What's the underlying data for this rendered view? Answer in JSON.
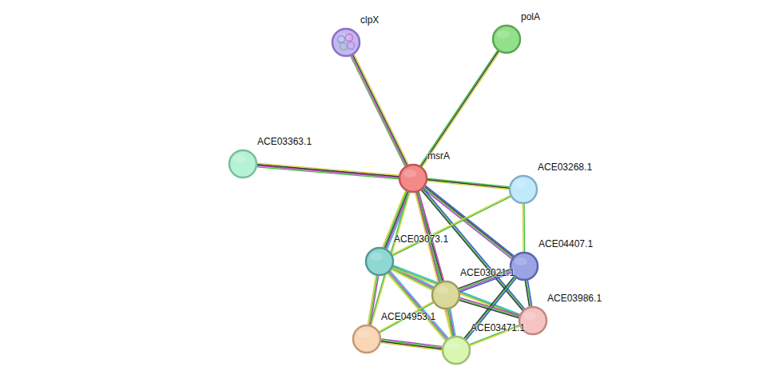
{
  "diagram": {
    "nodes": [
      {
        "text": [
          "clpX"
        ]
      },
      {
        "text": [
          "polA"
        ]
      },
      {
        "text": [
          "ACE03363.1"
        ]
      },
      {
        "text": [
          "msrA"
        ]
      },
      {
        "text": [
          "ACE03268.1"
        ]
      },
      {
        "text": [
          "ACE03073.1"
        ]
      },
      {
        "text": [
          "ACE04407.1"
        ]
      },
      {
        "text": [
          "ACE03021.1"
        ]
      },
      {
        "text": [
          "ACE03986.1"
        ]
      },
      {
        "text": [
          "ACE04953.1"
        ]
      },
      {
        "text": [
          "ACE03471.1"
        ]
      }
    ],
    "edges": [
      {
        "from": 3,
        "to": 0,
        "arrow": "none"
      },
      {
        "from": 3,
        "to": 1,
        "arrow": "none"
      },
      {
        "from": 3,
        "to": 2,
        "arrow": "none"
      },
      {
        "from": 3,
        "to": 4,
        "arrow": "none"
      },
      {
        "from": 3,
        "to": 5,
        "arrow": "none"
      },
      {
        "from": 3,
        "to": 6,
        "arrow": "none"
      },
      {
        "from": 3,
        "to": 7,
        "arrow": "none"
      },
      {
        "from": 3,
        "to": 8,
        "arrow": "none"
      },
      {
        "from": 3,
        "to": 10,
        "arrow": "none"
      },
      {
        "from": 3,
        "to": 9,
        "arrow": "none"
      },
      {
        "from": 4,
        "to": 5,
        "arrow": "none"
      },
      {
        "from": 4,
        "to": 6,
        "arrow": "none"
      },
      {
        "from": 5,
        "to": 7,
        "arrow": "none"
      },
      {
        "from": 5,
        "to": 9,
        "arrow": "none"
      },
      {
        "from": 5,
        "to": 10,
        "arrow": "none"
      },
      {
        "from": 5,
        "to": 8,
        "arrow": "none"
      },
      {
        "from": 6,
        "to": 7,
        "arrow": "none"
      },
      {
        "from": 6,
        "to": 8,
        "arrow": "none"
      },
      {
        "from": 6,
        "to": 10,
        "arrow": "none"
      },
      {
        "from": 7,
        "to": 8,
        "arrow": "none"
      },
      {
        "from": 7,
        "to": 9,
        "arrow": "none"
      },
      {
        "from": 7,
        "to": 10,
        "arrow": "none"
      },
      {
        "from": 9,
        "to": 10,
        "arrow": "none"
      },
      {
        "from": 10,
        "to": 8,
        "arrow": "none"
      }
    ]
  }
}
